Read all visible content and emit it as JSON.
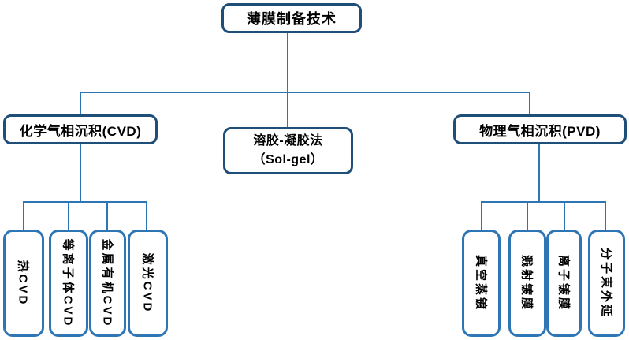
{
  "diagram": {
    "type": "tree",
    "root": {
      "label": "薄膜制备技术"
    },
    "level2": [
      {
        "id": "cvd",
        "label": "化学气相沉积(CVD)"
      },
      {
        "id": "solgel",
        "label_line1": "溶胶-凝胶法",
        "label_line2": "（Sol-gel）"
      },
      {
        "id": "pvd",
        "label": "物理气相沉积(PVD)"
      }
    ],
    "cvd_children": [
      "热CVD",
      "等离子体CVD",
      "金属有机CVD",
      "激光CVD"
    ],
    "pvd_children": [
      "真空蒸镀",
      "溅射镀膜",
      "离子镀膜",
      "分子束外延"
    ],
    "colors": {
      "connector_line": "#2E75B6",
      "parent_border": "#1F4E79",
      "child_border": "#2E75B6",
      "text": "#000000",
      "background": "#FFFFFF"
    }
  }
}
